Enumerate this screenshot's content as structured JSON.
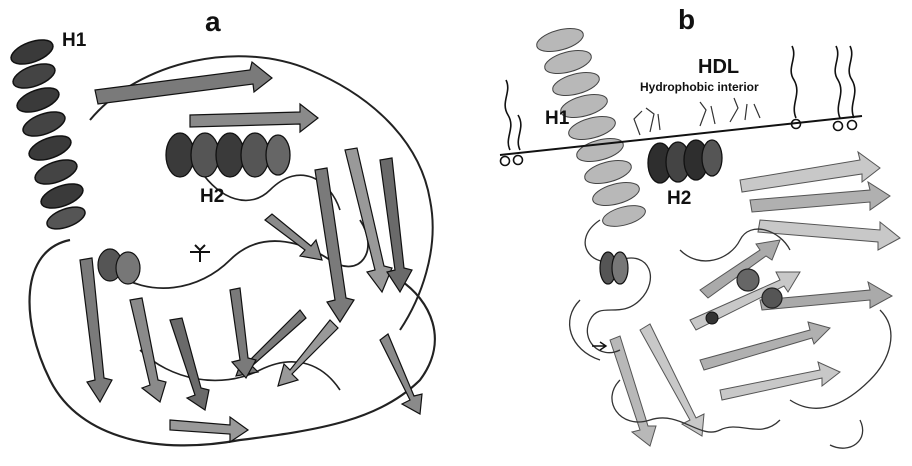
{
  "panel_a": {
    "letter": "a",
    "helix1_label": "H1",
    "helix2_label": "H2"
  },
  "panel_b": {
    "letter": "b",
    "helix1_label": "H1",
    "helix2_label": "H2",
    "hdl_label": "HDL",
    "interior_label": "Hydrophobic interior"
  },
  "colors": {
    "ink": "#111111",
    "dark_ribbon": "#3a3a3a",
    "mid_ribbon": "#7a7a7a",
    "light_ribbon": "#b8b8b8"
  }
}
